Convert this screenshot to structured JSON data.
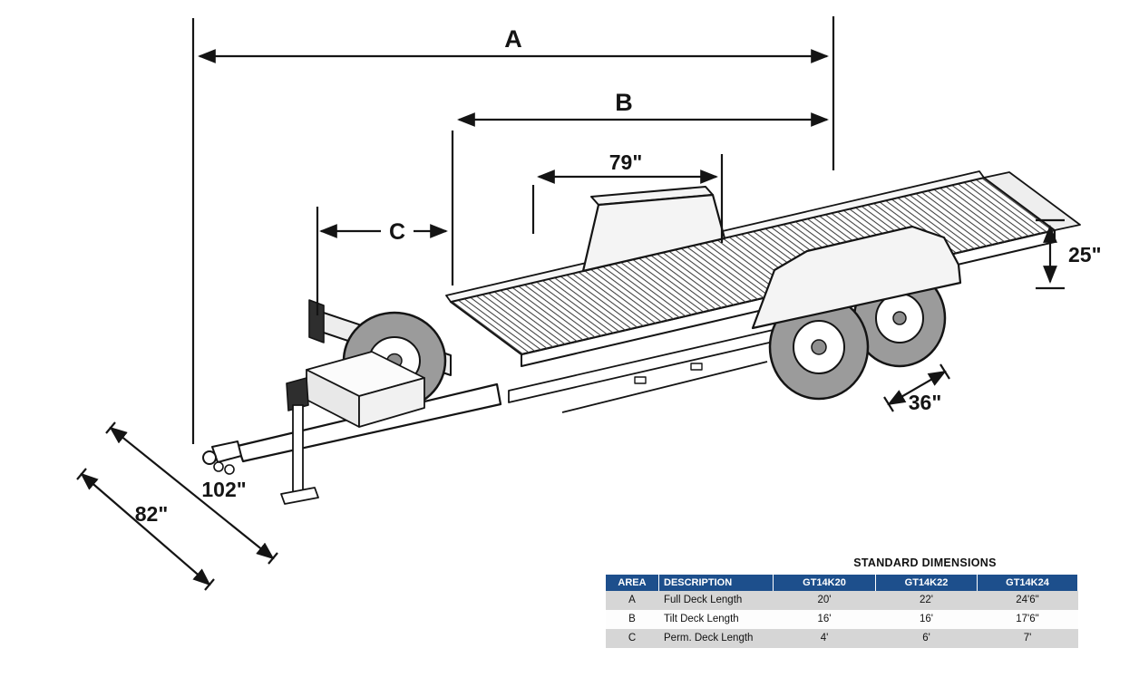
{
  "diagram": {
    "labels": {
      "a": "A",
      "b": "B",
      "len79": "79\"",
      "c": "C",
      "h25": "25\"",
      "w36": "36\"",
      "w102": "102\"",
      "w82": "82\""
    },
    "colors": {
      "line": "#141414",
      "tire": "#9b9b9b",
      "stripe": "#3d3d3d"
    }
  },
  "table": {
    "title": "STANDARD DIMENSIONS",
    "headers": [
      "AREA",
      "DESCRIPTION",
      "GT14K20",
      "GT14K22",
      "GT14K24"
    ],
    "rows": [
      {
        "area": "A",
        "description": "Full Deck Length",
        "values": [
          "20'",
          "22'",
          "24'6\""
        ]
      },
      {
        "area": "B",
        "description": "Tilt Deck Length",
        "values": [
          "16'",
          "16'",
          "17'6\""
        ]
      },
      {
        "area": "C",
        "description": "Perm. Deck Length",
        "values": [
          "4'",
          "6'",
          "7'"
        ]
      }
    ],
    "colors": {
      "header_bg": "#1d4f8c",
      "row_alt_bg": "#d6d6d6",
      "row_bg": "#fdfdfd"
    }
  }
}
